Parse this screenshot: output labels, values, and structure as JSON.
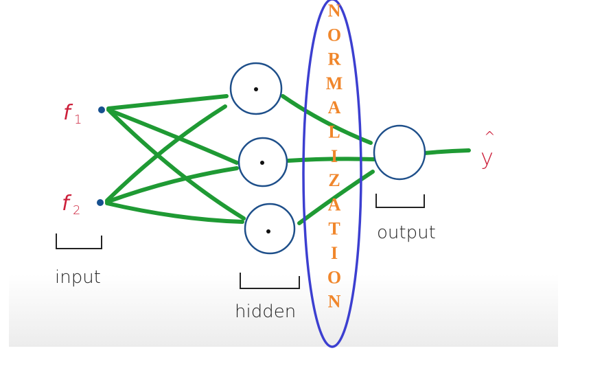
{
  "labels": {
    "f1": "f",
    "f1_sub": "1",
    "f2": "f",
    "f2_sub": "2",
    "yhat": "y",
    "yhat_hat": "^",
    "input": "input",
    "hidden": "hidden",
    "output": "output"
  },
  "normalization": {
    "text": "NORMALIZATION",
    "letters": [
      "N",
      "O",
      "R",
      "M",
      "A",
      "L",
      "I",
      "Z",
      "A",
      "T",
      "I",
      "O",
      "N"
    ]
  },
  "colors": {
    "edge": "#1f9a34",
    "node": "#1e4f8a",
    "input_dot": "#17508f",
    "feature_label": "#cc1f3a",
    "ellipse": "#3c3fd0",
    "normalization_text": "#f0862b",
    "handwriting": "#222222"
  }
}
